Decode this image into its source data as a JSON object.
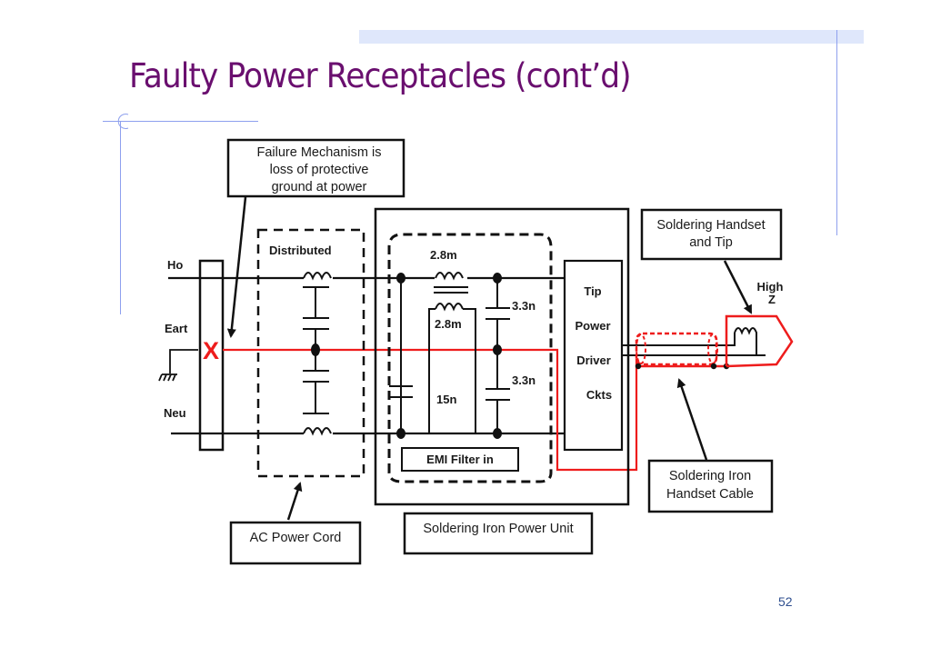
{
  "slide": {
    "title": "Faulty Power Receptacles (cont’d)",
    "page_number": "52"
  },
  "diagram": {
    "callouts": {
      "failure_mechanism": [
        "Failure Mechanism is",
        "loss of protective",
        "ground at power"
      ],
      "soldering_handset_tip": [
        "Soldering Handset",
        "and Tip"
      ],
      "handset_cable": [
        "Soldering Iron",
        "Handset Cable"
      ],
      "ac_power_cord": "AC Power Cord",
      "power_unit": "Soldering Iron Power Unit"
    },
    "wire_labels": {
      "hot": "Ho",
      "earth": "Eart",
      "neutral": "Neu"
    },
    "fault_marker": "X",
    "section_labels": {
      "distributed": "Distributed",
      "emi_filter": "EMI Filter in",
      "driver": [
        "Tip",
        "Power",
        "Driver",
        "Ckts"
      ],
      "high_z": [
        "High",
        "Z"
      ]
    },
    "components": {
      "inductor_top": "2.8m",
      "inductor_bottom": "2.8m",
      "cap_top": "3.3n",
      "cap_bottom": "3.3n",
      "cap_x": "15n"
    },
    "colors": {
      "title": "#6a0f6f",
      "fault_path": "#ee1c1c",
      "wire": "#111111",
      "accent_line": "#8ea0ee",
      "page_number": "#2f4f8f"
    }
  }
}
